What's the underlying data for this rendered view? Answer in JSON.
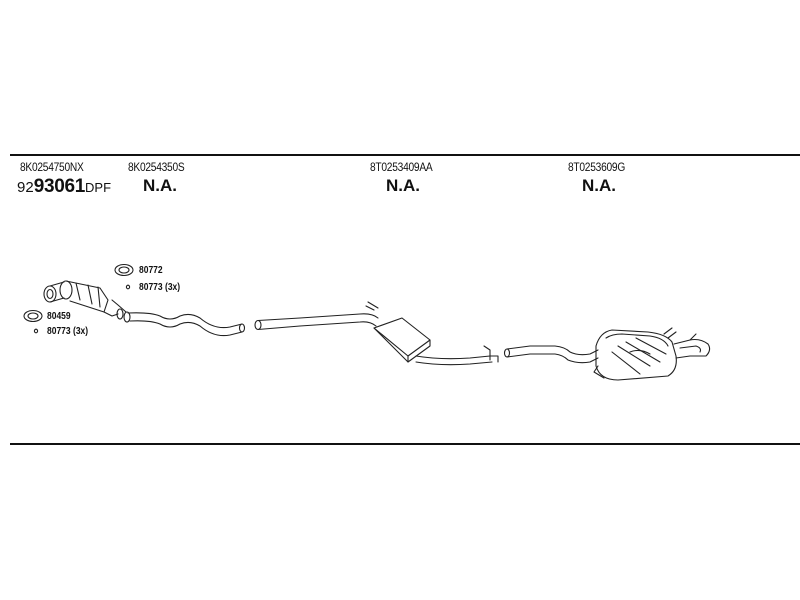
{
  "header": {
    "part1_code": "8K0254750NX",
    "part1_ref_prefix": "92",
    "part1_ref_number": "93061",
    "part1_ref_suffix": "DPF",
    "part2_code": "8K0254350S",
    "part2_status": "N.A.",
    "part3_code": "8T0253409AA",
    "part3_status": "N.A.",
    "part4_code": "8T0253609G",
    "part4_status": "N.A."
  },
  "callouts": {
    "gasket_top": "80772",
    "clamp_top": "80773 (3x)",
    "gasket_left": "80459",
    "clamp_left": "80773 (3x)"
  }
}
